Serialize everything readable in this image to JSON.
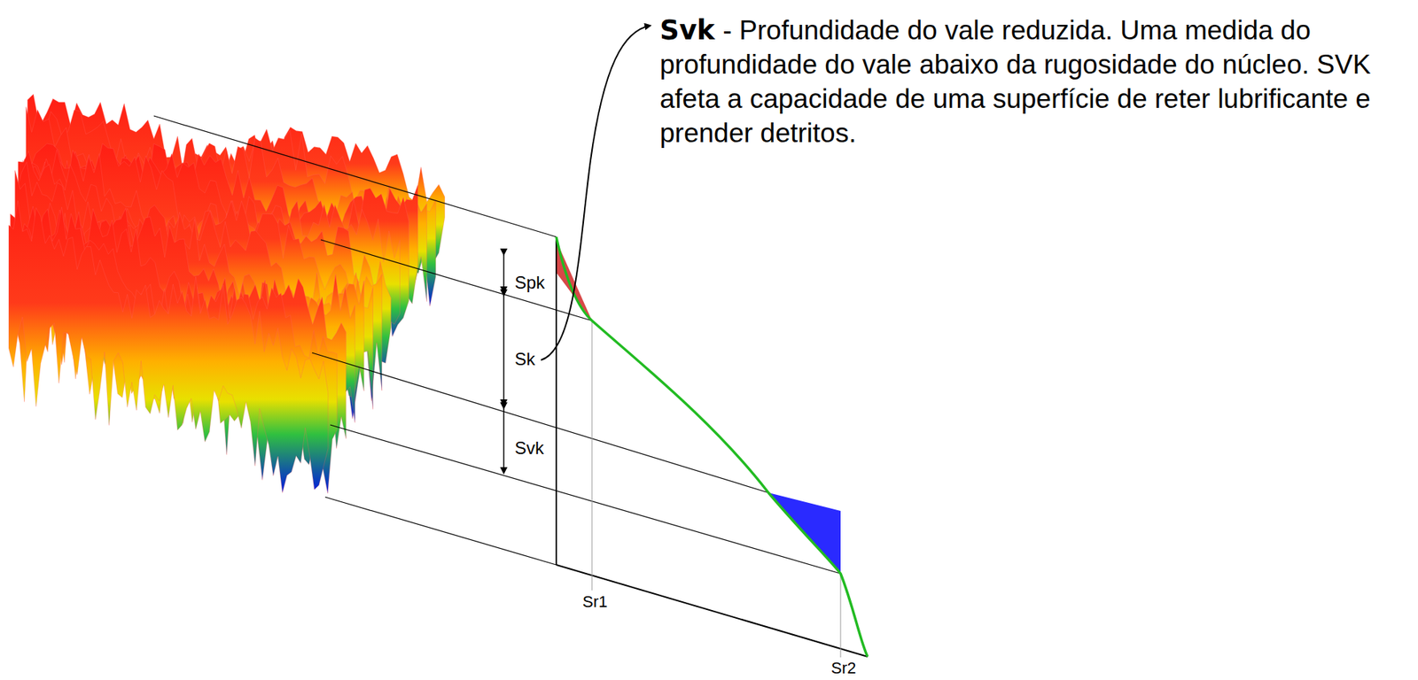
{
  "diagram": {
    "labels": [
      "Svk",
      "- Profundidade do vale reduzida. Uma medida do profundidade do vale abaixo da rugosidade do núcleo. SVK afeta a capacidade de uma superfície de reter lubrificante e prender detritos.",
      "Spk",
      "Sk",
      "Svk",
      "Sr1",
      "Sr2"
    ]
  }
}
